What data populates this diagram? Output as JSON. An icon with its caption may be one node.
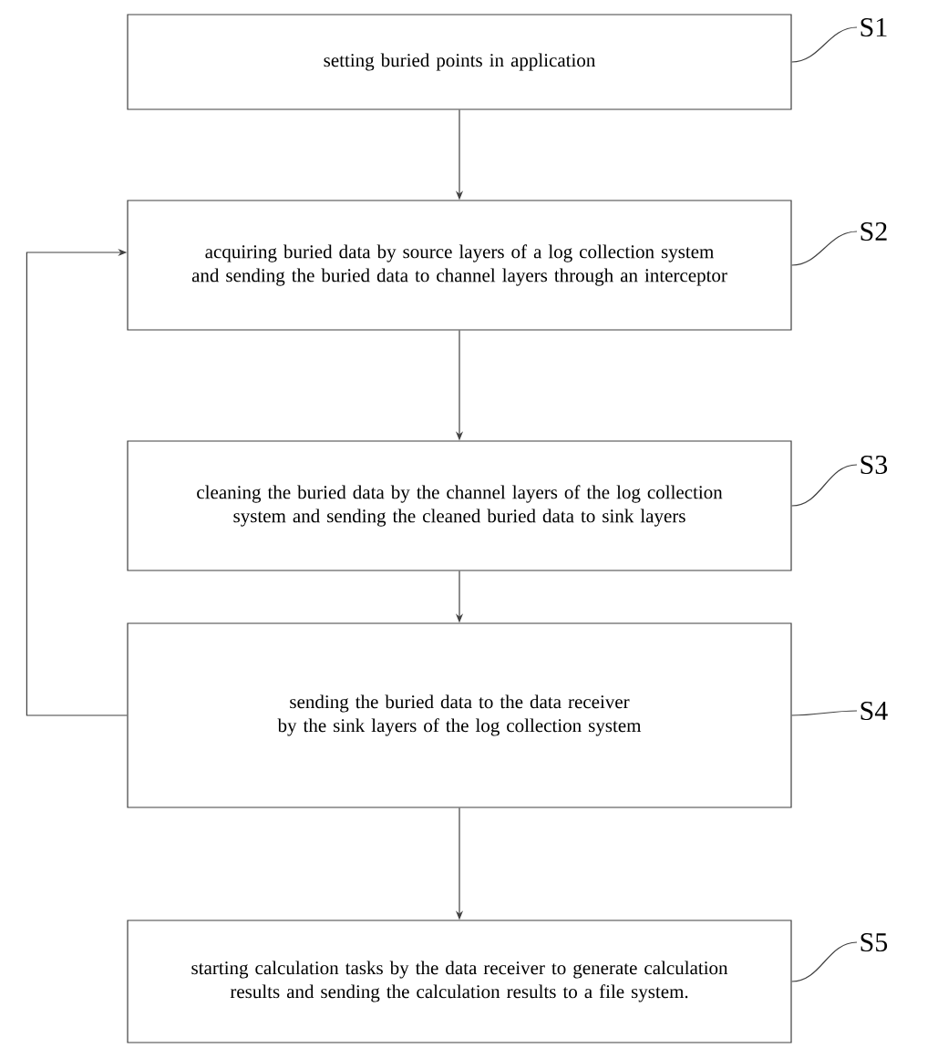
{
  "diagram": {
    "nodes": [
      {
        "text": [
          "setting buried points in application"
        ]
      },
      {
        "text": [
          "acquiring buried data by source layers of a log collection system and sending the buried data to channel layers through an interceptor"
        ]
      },
      {
        "text": [
          "cleaning the buried data by the channel layers of the log collection system and sending the cleaned buried data to sink layers"
        ]
      },
      {
        "text": [
          "sending the buried data to the data receiver by the sink layers of the log collection system"
        ]
      },
      {
        "text": [
          "starting calculation tasks by the data receiver to generate calculation results and sending the calculation results to a file system."
        ]
      },
      {
        "text": [
          "S1"
        ]
      },
      {
        "text": [
          "S2"
        ]
      },
      {
        "text": [
          "S3"
        ]
      },
      {
        "text": [
          "S4"
        ]
      },
      {
        "text": [
          "S5"
        ]
      }
    ],
    "edges": [
      {
        "from": 0,
        "to": 1,
        "arrow": "to"
      },
      {
        "from": 1,
        "to": 2,
        "arrow": "to"
      },
      {
        "from": 2,
        "to": 3,
        "arrow": "to"
      },
      {
        "from": 3,
        "to": 4,
        "arrow": "to"
      },
      {
        "from": 3,
        "to": 1,
        "arrow": "to"
      },
      {
        "from": 5,
        "to": 0,
        "arrow": "none"
      },
      {
        "from": 6,
        "to": 1,
        "arrow": "none"
      },
      {
        "from": 7,
        "to": 2,
        "arrow": "none"
      },
      {
        "from": 8,
        "to": 3,
        "arrow": "none"
      },
      {
        "from": 9,
        "to": 4,
        "arrow": "none"
      }
    ]
  }
}
